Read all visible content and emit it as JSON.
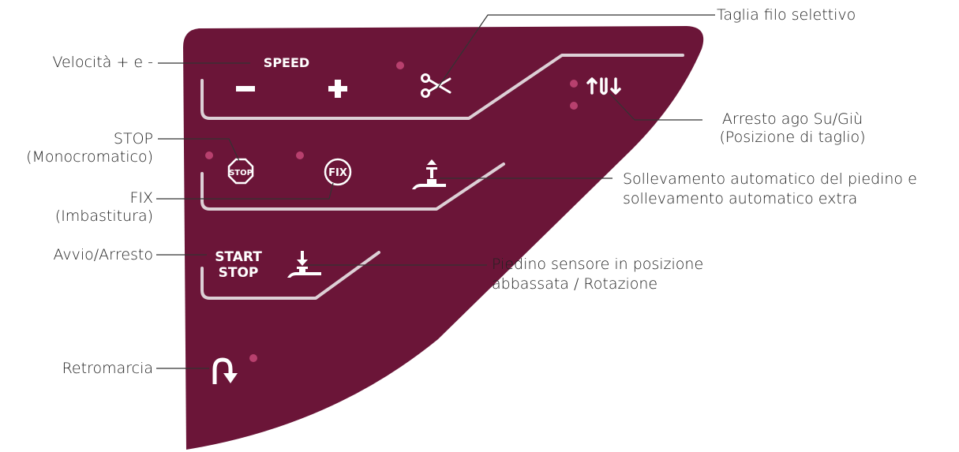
{
  "colors": {
    "panel": "#6b1538",
    "line": "#ddd0d6",
    "led": "#b8406e",
    "icon": "#ffffff",
    "callout_text": "#222222"
  },
  "panel": {
    "speed_label": "SPEED",
    "speed_minus": "−",
    "speed_plus": "+",
    "stop_button": "STOP",
    "fix_button": "FIX",
    "start_stop_line1": "START",
    "start_stop_line2": "STOP",
    "icons": [
      "scissors-icon",
      "needle-up-down-icon",
      "presser-foot-up-icon",
      "presser-foot-down-icon",
      "reverse-icon"
    ]
  },
  "callouts": {
    "speed": "Velocità + e -",
    "stop_line1": "STOP",
    "stop_line2": "(Monocromatico)",
    "fix_line1": "FIX",
    "fix_line2": "(Imbastitura)",
    "start_stop": "Avvio/Arresto",
    "reverse": "Retromarcia",
    "thread_cut": "Taglia filo selettivo",
    "needle_line1": "Arresto ago Su/Giù",
    "needle_line2": "(Posizione di taglio)",
    "foot_lift_line1": "Sollevamento automatico del piedino e",
    "foot_lift_line2": "sollevamento automatico extra",
    "foot_down_line1": "Piedino sensore in posizione",
    "foot_down_line2": "abbassata / Rotazione"
  }
}
